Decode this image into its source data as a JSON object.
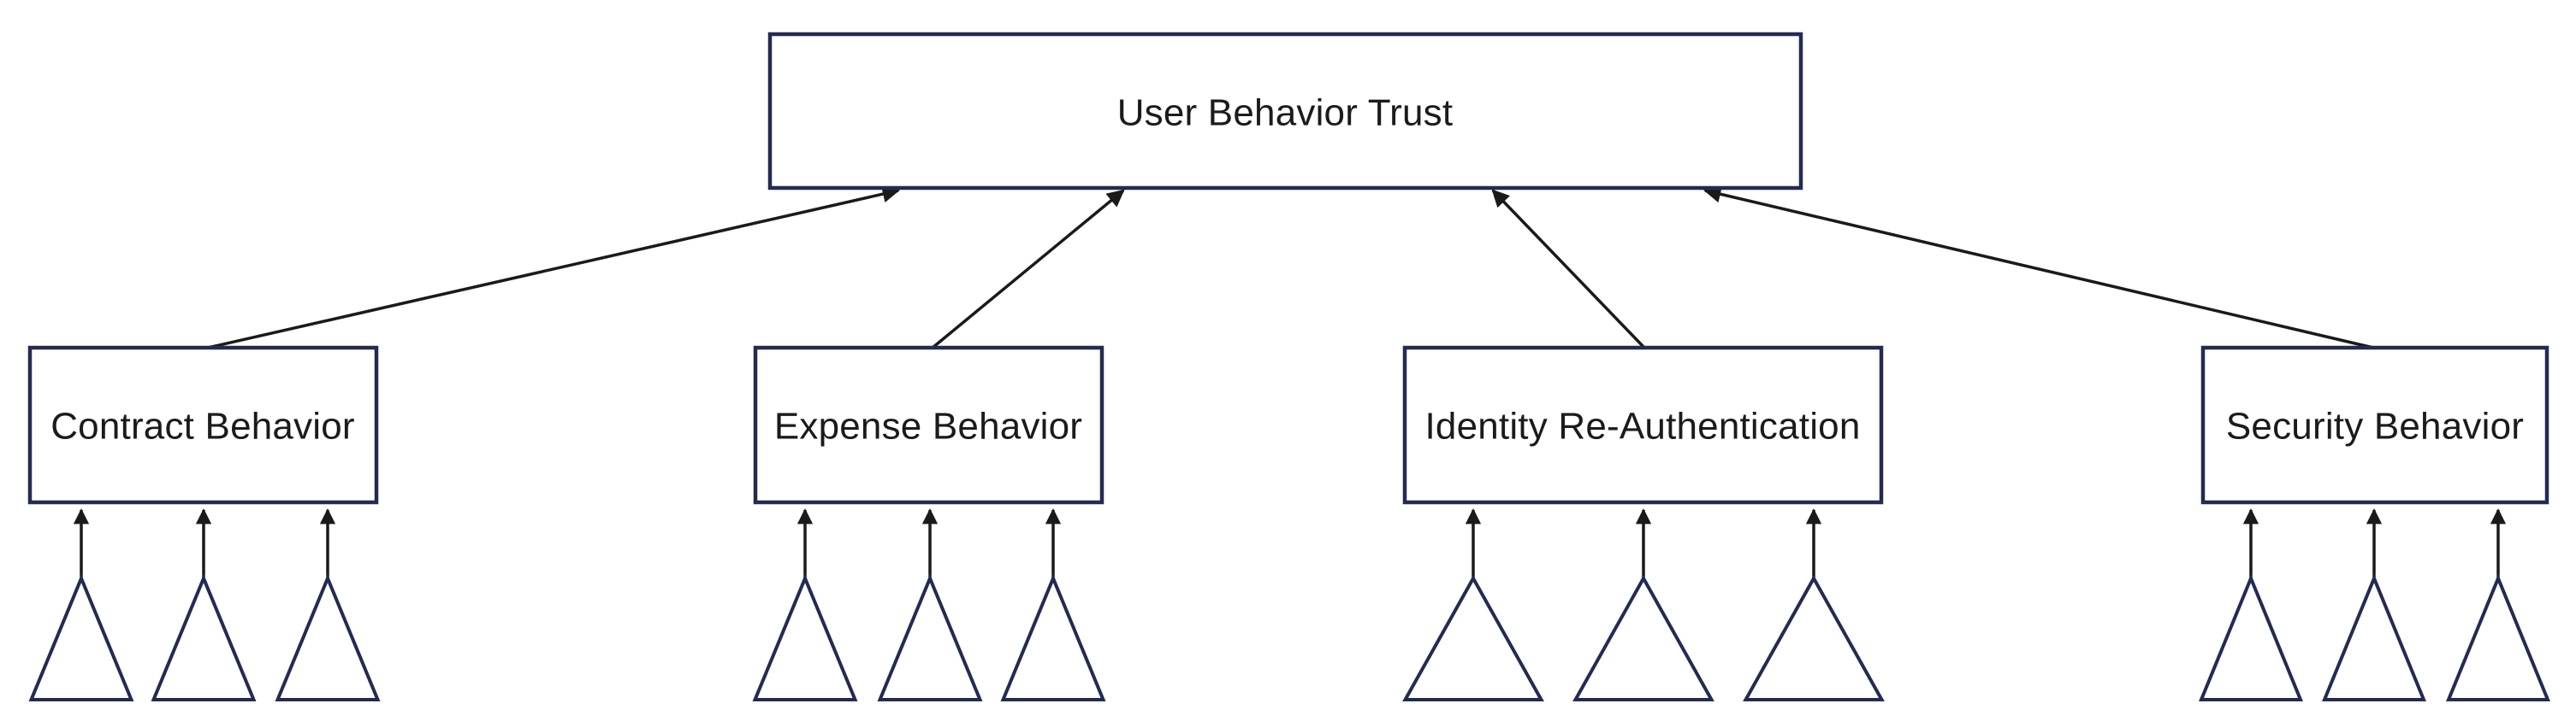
{
  "diagram": {
    "type": "hierarchy",
    "root": {
      "label": "User Behavior Trust"
    },
    "children": [
      {
        "label": "Contract Behavior",
        "indicator_count": 3
      },
      {
        "label": "Expense Behavior",
        "indicator_count": 3
      },
      {
        "label": "Identity Re-Authentication",
        "indicator_count": 3
      },
      {
        "label": "Security Behavior",
        "indicator_count": 3
      }
    ],
    "edges": [
      {
        "from": "Contract Behavior",
        "to": "User Behavior Trust"
      },
      {
        "from": "Expense Behavior",
        "to": "User Behavior Trust"
      },
      {
        "from": "Identity Re-Authentication",
        "to": "User Behavior Trust"
      },
      {
        "from": "Security Behavior",
        "to": "User Behavior Trust"
      }
    ],
    "colors": {
      "box_border": "#232b52",
      "arrow": "#1a1a1a",
      "text": "#1b1b1b",
      "background": "#ffffff"
    }
  }
}
